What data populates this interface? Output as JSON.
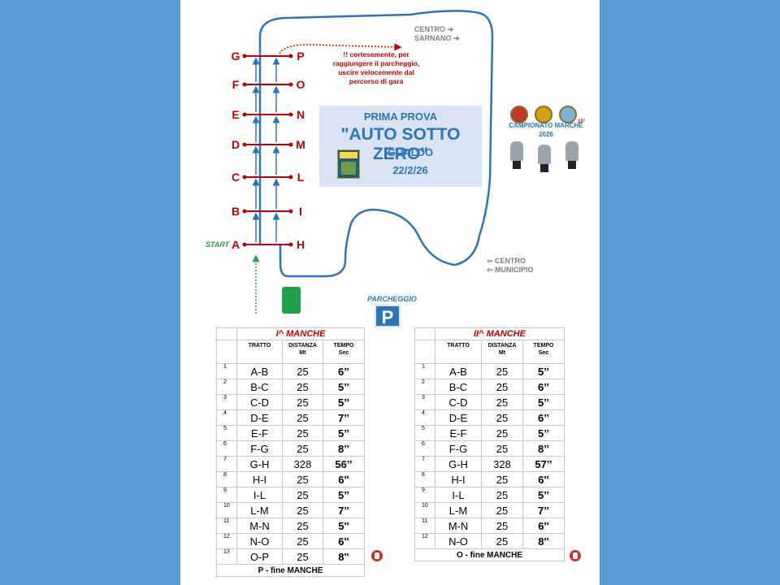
{
  "map": {
    "left_letters": [
      "G",
      "F",
      "E",
      "D",
      "C",
      "B",
      "A"
    ],
    "right_letters": [
      "P",
      "O",
      "N",
      "M",
      "L",
      "I",
      "H"
    ],
    "start_label": "START",
    "dir_top": [
      "CENTRO ➔",
      "SARNANO ➔"
    ],
    "dir_bottom": [
      "⇦ CENTRO",
      "⇦ MUNICIPIO"
    ],
    "note": "!! cortesemente, per raggiungere il parcheggio, uscire velocemente dal percorso di gara",
    "parking_label": "PARCHEGGIO",
    "parking_sign": "P"
  },
  "event": {
    "line1": "PRIMA PROVA",
    "line2": "\"AUTO SOTTO ZERO\"",
    "line3": "GUALDO",
    "line4": "22/2/26"
  },
  "championship": {
    "title": "CAMPIONATO MARCHE",
    "year": "2026",
    "edition": "10°"
  },
  "colors": {
    "background": "#5b9bd5",
    "accent_red": "#c00000",
    "accent_blue": "#2e75b6",
    "route_blue": "#2e75b6",
    "start_green": "#2e9e44"
  },
  "tables": [
    {
      "title": "I^ MANCHE",
      "headers": {
        "tratto": "TRATTO",
        "distanza": "DISTANZA",
        "distanza_unit": "Mt",
        "tempo": "TEMPO",
        "tempo_unit": "Sec"
      },
      "rows": [
        {
          "n": "1",
          "tratto": "A-B",
          "dist": "25",
          "tempo": "6’’"
        },
        {
          "n": "2",
          "tratto": "B-C",
          "dist": "25",
          "tempo": "5’’"
        },
        {
          "n": "3",
          "tratto": "C-D",
          "dist": "25",
          "tempo": "5’’"
        },
        {
          "n": "4",
          "tratto": "D-E",
          "dist": "25",
          "tempo": "7’’"
        },
        {
          "n": "5",
          "tratto": "E-F",
          "dist": "25",
          "tempo": "5’’"
        },
        {
          "n": "6",
          "tratto": "F-G",
          "dist": "25",
          "tempo": "8’’"
        },
        {
          "n": "7",
          "tratto": "G-H",
          "dist": "328",
          "tempo": "56’’"
        },
        {
          "n": "8",
          "tratto": "H-I",
          "dist": "25",
          "tempo": "6''"
        },
        {
          "n": "9",
          "tratto": "I-L",
          "dist": "25",
          "tempo": "5’’"
        },
        {
          "n": "10",
          "tratto": "L-M",
          "dist": "25",
          "tempo": "7’’"
        },
        {
          "n": "11",
          "tratto": "M-N",
          "dist": "25",
          "tempo": "5''"
        },
        {
          "n": "12",
          "tratto": "N-O",
          "dist": "25",
          "tempo": "6''"
        },
        {
          "n": "13",
          "tratto": "O-P",
          "dist": "25",
          "tempo": "8''"
        }
      ],
      "footer": "P - fine MANCHE"
    },
    {
      "title": "II^ MANCHE",
      "headers": {
        "tratto": "TRATTO",
        "distanza": "DISTANZA",
        "distanza_unit": "Mt",
        "tempo": "TEMPO",
        "tempo_unit": "Sec"
      },
      "rows": [
        {
          "n": "1",
          "tratto": "A-B",
          "dist": "25",
          "tempo": "5’’"
        },
        {
          "n": "2",
          "tratto": "B-C",
          "dist": "25",
          "tempo": "6’’"
        },
        {
          "n": "3",
          "tratto": "C-D",
          "dist": "25",
          "tempo": "5’’"
        },
        {
          "n": "4",
          "tratto": "D-E",
          "dist": "25",
          "tempo": "6’’"
        },
        {
          "n": "5",
          "tratto": "E-F",
          "dist": "25",
          "tempo": "5’’"
        },
        {
          "n": "6",
          "tratto": "F-G",
          "dist": "25",
          "tempo": "8’’"
        },
        {
          "n": "7",
          "tratto": "G-H",
          "dist": "328",
          "tempo": "57’’"
        },
        {
          "n": "8",
          "tratto": "H-I",
          "dist": "25",
          "tempo": "6''"
        },
        {
          "n": "9",
          "tratto": "I-L",
          "dist": "25",
          "tempo": "5’’"
        },
        {
          "n": "10",
          "tratto": "L-M",
          "dist": "25",
          "tempo": "7’’"
        },
        {
          "n": "11",
          "tratto": "M-N",
          "dist": "25",
          "tempo": "6''"
        },
        {
          "n": "12",
          "tratto": "N-O",
          "dist": "25",
          "tempo": "8''"
        }
      ],
      "footer": "O - fine MANCHE"
    }
  ]
}
